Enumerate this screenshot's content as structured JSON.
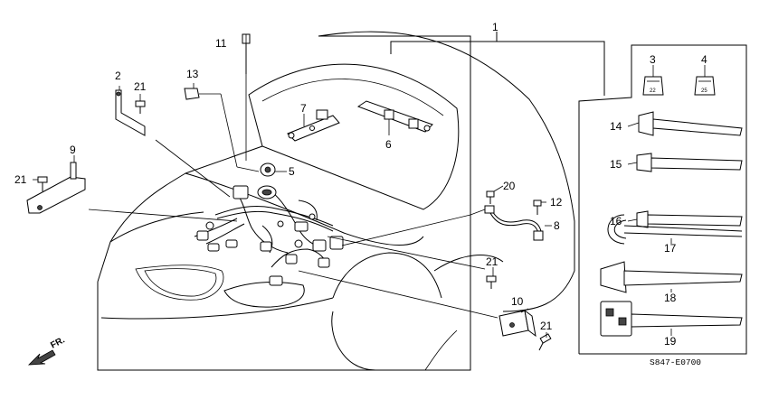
{
  "diagram": {
    "callouts": {
      "c1": "1",
      "c2": "2",
      "c3": "3",
      "c4": "4",
      "c5": "5",
      "c6": "6",
      "c7": "7",
      "c8": "8",
      "c9": "9",
      "c10": "10",
      "c11": "11",
      "c12": "12",
      "c13": "13",
      "c14": "14",
      "c15": "15",
      "c16": "16",
      "c17": "17",
      "c18": "18",
      "c19": "19",
      "c20": "20",
      "c21a": "21",
      "c21b": "21",
      "c21c": "21",
      "c21d": "21"
    },
    "clip_marks": {
      "c3_mark": "22",
      "c4_mark": "25"
    },
    "direction_label": "FR.",
    "catalog_code": "S847-E0700"
  }
}
